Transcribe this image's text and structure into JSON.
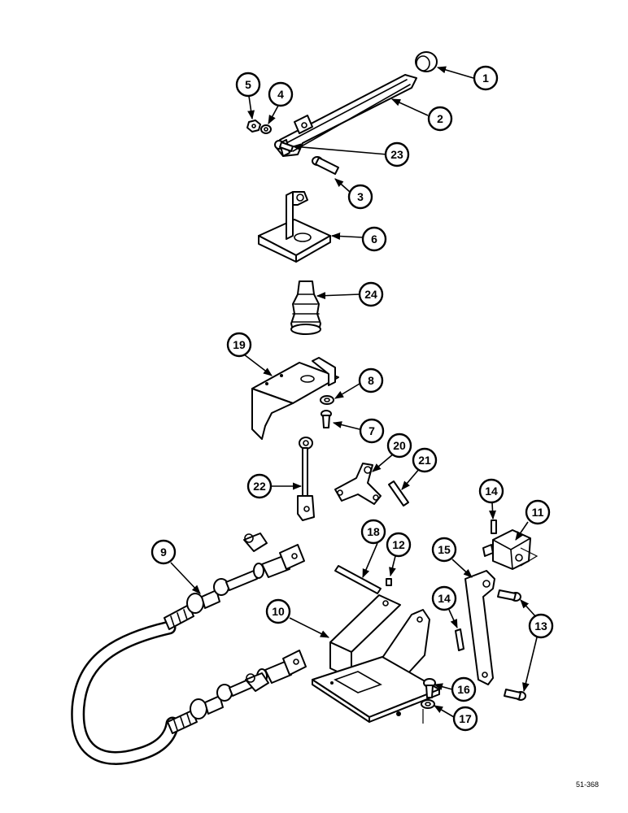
{
  "callouts": [
    "1",
    "2",
    "3",
    "4",
    "5",
    "6",
    "7",
    "8",
    "9",
    "10",
    "11",
    "12",
    "13",
    "14",
    "14",
    "15",
    "16",
    "17",
    "18",
    "19",
    "20",
    "21",
    "22",
    "23",
    "24"
  ],
  "reference_code": "51-368"
}
